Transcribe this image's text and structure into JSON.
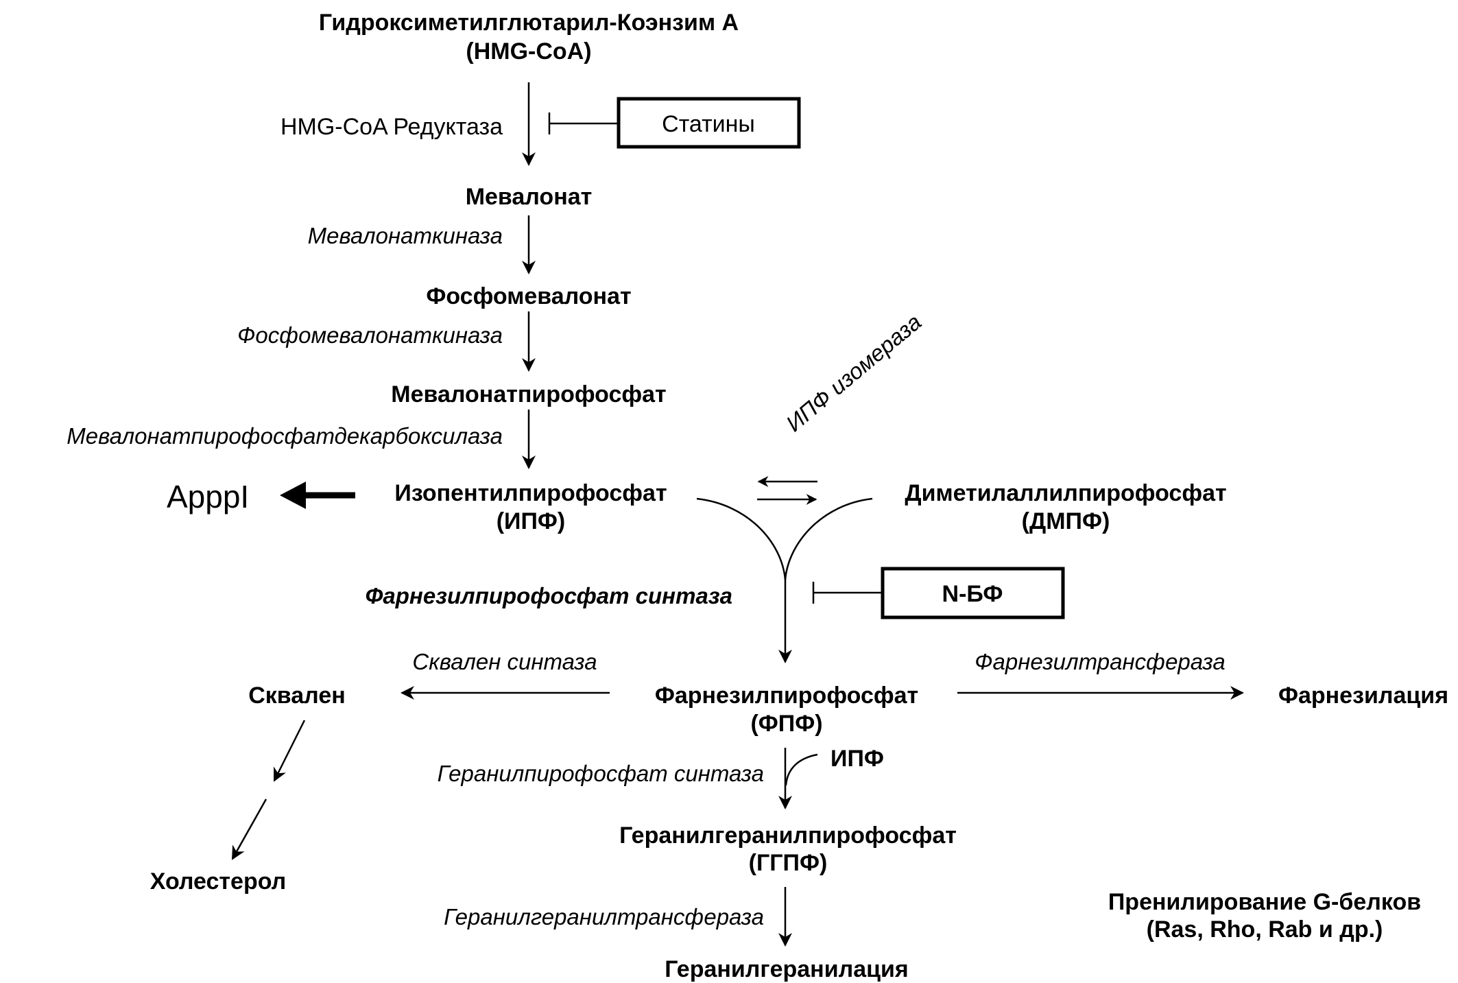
{
  "diagram": {
    "title": "Гидроксиметилглютарил-Коэнзим А",
    "title_abbr": "(HMG-CoA)",
    "colors": {
      "ink": "#000000",
      "background": "#ffffff"
    },
    "metabolites": {
      "mevalonate": "Мевалонат",
      "phosphomevalonate": "Фосфомевалонат",
      "mevalonate_pp": "Мевалонатпирофосфат",
      "ipp": "Изопентилпирофосфат",
      "ipp_abbr": "(ИПФ)",
      "dmapp": "Диметилаллилпирофосфат",
      "dmapp_abbr": "(ДМПФ)",
      "fpp": "Фарнезилпирофосфат",
      "fpp_abbr": "(ФПФ)",
      "squalene": "Сквален",
      "cholesterol": "Холестерол",
      "ipp_short": "ИПФ",
      "ggpp": "Геранилгеранилпирофосфат",
      "ggpp_abbr": "(ГГПФ)",
      "apppi": "ApppI"
    },
    "enzymes": {
      "hmgcoa_reductase": "HMG-CoA Редуктаза",
      "mevalonate_kinase": "Мевалонаткиназа",
      "phosphomevalonate_kinase": "Фосфомевалонаткиназа",
      "mpp_decarboxylase": "Мевалонатпирофосфатдекарбоксилаза",
      "ipp_isomerase": "ИПФ изомераза",
      "fpp_synthase": "Фарнезилпирофосфат синтаза",
      "squalene_synthase": "Сквален синтаза",
      "farnesyltransferase": "Фарнезилтрансфераза",
      "ggpp_synthase": "Геранилпирофосфат синтаза",
      "gg_transferase": "Геранилгеранилтрансфераза"
    },
    "inhibitors": {
      "statins": "Статины",
      "nbp": "N-БФ"
    },
    "outcomes": {
      "farnesylation": "Фарнезилация",
      "geranylgeranylation": "Геранилгеранилация",
      "prenylation": "Пренилирование G-белков",
      "prenylation_examples": "(Ras, Rho, Rab и др.)"
    }
  }
}
